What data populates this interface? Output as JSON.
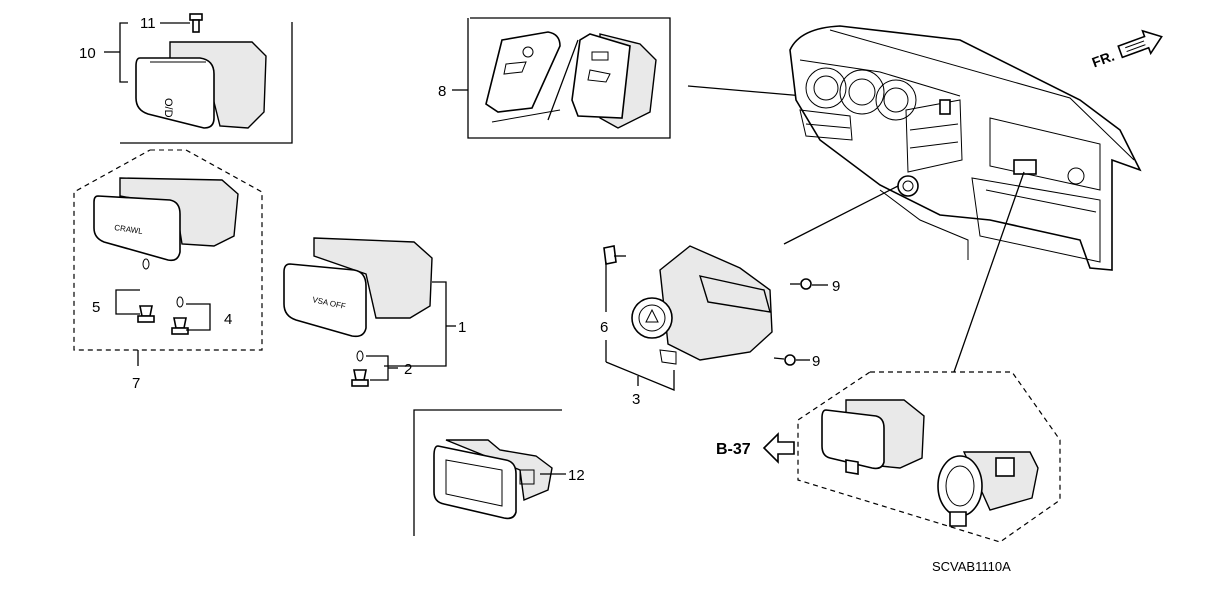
{
  "callouts": {
    "c1": "1",
    "c2": "2",
    "c3": "3",
    "c4": "4",
    "c5": "5",
    "c6": "6",
    "c7": "7",
    "c8": "8",
    "c9a": "9",
    "c9b": "9",
    "c10": "10",
    "c11": "11",
    "c12": "12"
  },
  "reference": {
    "label": "B-37"
  },
  "front_marker": {
    "label": "FR."
  },
  "diagram_code": "SCVAB1110A",
  "switch_texts": {
    "vsa_off": "VSA OFF",
    "crawl": "CRAWL"
  }
}
